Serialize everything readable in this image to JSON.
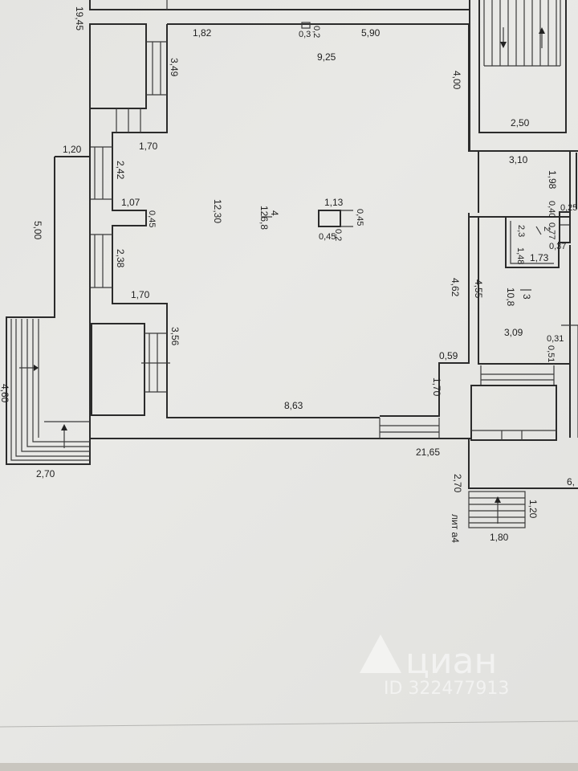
{
  "rooms": [
    {
      "number": "4",
      "area": "126,8"
    },
    {
      "number": "3",
      "area": "10,8"
    },
    {
      "number": "2",
      "area": "2,3"
    }
  ],
  "dims": {
    "d_19_45": "19,45",
    "d_1_82": "1,82",
    "d_0_3": "0,3",
    "d_0_2": "0,2",
    "d_5_90": "5,90",
    "d_9_25": "9,25",
    "d_3_49": "3,49",
    "d_4_00": "4,00",
    "d_2_50": "2,50",
    "d_1_70a": "1,70",
    "d_1_20": "1,20",
    "d_3_10": "3,10",
    "d_2_42": "2,42",
    "d_1_98": "1,98",
    "d_0_25": "0,25",
    "d_1_07": "1,07",
    "d_0_45a": "0,45",
    "d_12_30": "12,30",
    "d_1_13": "1,13",
    "d_0_45b": "0,45",
    "d_0_45c": "0,45",
    "d_0_2b": "0,2",
    "d_5_00": "5,00",
    "d_0_40": "0,40",
    "d_0_77": "0,77",
    "d_0_37": "0,37",
    "d_1_48": "1,48",
    "d_1_73": "1,73",
    "d_2_38": "2,38",
    "d_4_62": "4,62",
    "d_4_55": "4,55",
    "d_1_70b": "1,70",
    "d_3_56": "3,56",
    "d_3_09": "3,09",
    "d_0_31": "0,31",
    "d_0_51": "0,51",
    "d_0_59": "0,59",
    "d_1_70c": "1,70",
    "d_8_63": "8,63",
    "d_21_65": "21,65",
    "d_4_60": "4,60",
    "d_2_70a": "2,70",
    "d_2_70b": "2,70",
    "d_1_20b": "1,20",
    "d_1_80": "1,80",
    "d_6": "6,",
    "lit": "лит а4"
  },
  "watermark": {
    "logo": "циан",
    "id": "ID 322477913"
  }
}
